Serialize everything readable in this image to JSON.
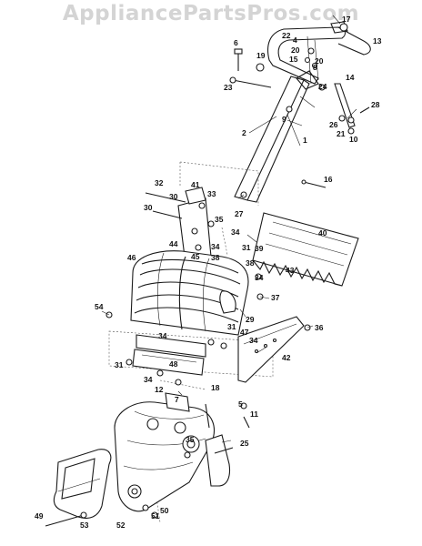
{
  "watermark": "AppliancePartsPros.com",
  "callouts": [
    {
      "id": "c1",
      "text": "1"
    },
    {
      "id": "c2",
      "text": "2"
    },
    {
      "id": "c4",
      "text": "4"
    },
    {
      "id": "c5",
      "text": "5"
    },
    {
      "id": "c6",
      "text": "6"
    },
    {
      "id": "c7",
      "text": "7"
    },
    {
      "id": "c8",
      "text": "8"
    },
    {
      "id": "c9",
      "text": "9"
    },
    {
      "id": "c10",
      "text": "10"
    },
    {
      "id": "c11",
      "text": "11"
    },
    {
      "id": "c12",
      "text": "12"
    },
    {
      "id": "c13",
      "text": "13"
    },
    {
      "id": "c14",
      "text": "14"
    },
    {
      "id": "c15",
      "text": "15"
    },
    {
      "id": "c16",
      "text": "16"
    },
    {
      "id": "c17",
      "text": "17"
    },
    {
      "id": "c18",
      "text": "18"
    },
    {
      "id": "c19",
      "text": "19"
    },
    {
      "id": "c20a",
      "text": "20"
    },
    {
      "id": "c20b",
      "text": "20"
    },
    {
      "id": "c21",
      "text": "21"
    },
    {
      "id": "c22",
      "text": "22"
    },
    {
      "id": "c23",
      "text": "23"
    },
    {
      "id": "c24",
      "text": "24"
    },
    {
      "id": "c25",
      "text": "25"
    },
    {
      "id": "c26",
      "text": "26"
    },
    {
      "id": "c27",
      "text": "27"
    },
    {
      "id": "c28",
      "text": "28"
    },
    {
      "id": "c29",
      "text": "29"
    },
    {
      "id": "c30a",
      "text": "30"
    },
    {
      "id": "c30b",
      "text": "30"
    },
    {
      "id": "c31a",
      "text": "31"
    },
    {
      "id": "c31b",
      "text": "31"
    },
    {
      "id": "c31c",
      "text": "31"
    },
    {
      "id": "c32",
      "text": "32"
    },
    {
      "id": "c33",
      "text": "33"
    },
    {
      "id": "c34a",
      "text": "34"
    },
    {
      "id": "c34b",
      "text": "34"
    },
    {
      "id": "c34c",
      "text": "34"
    },
    {
      "id": "c34d",
      "text": "34"
    },
    {
      "id": "c34e",
      "text": "34"
    },
    {
      "id": "c34f",
      "text": "34"
    },
    {
      "id": "c35a",
      "text": "35"
    },
    {
      "id": "c35b",
      "text": "35"
    },
    {
      "id": "c36",
      "text": "36"
    },
    {
      "id": "c37",
      "text": "37"
    },
    {
      "id": "c38a",
      "text": "38"
    },
    {
      "id": "c38b",
      "text": "38"
    },
    {
      "id": "c39",
      "text": "39"
    },
    {
      "id": "c40",
      "text": "40"
    },
    {
      "id": "c41",
      "text": "41"
    },
    {
      "id": "c42",
      "text": "42"
    },
    {
      "id": "c43",
      "text": "43"
    },
    {
      "id": "c44",
      "text": "44"
    },
    {
      "id": "c45",
      "text": "45"
    },
    {
      "id": "c46",
      "text": "46"
    },
    {
      "id": "c47",
      "text": "47"
    },
    {
      "id": "c48",
      "text": "48"
    },
    {
      "id": "c49",
      "text": "49"
    },
    {
      "id": "c50",
      "text": "50"
    },
    {
      "id": "c51",
      "text": "51"
    },
    {
      "id": "c52",
      "text": "52"
    },
    {
      "id": "c53",
      "text": "53"
    },
    {
      "id": "c54",
      "text": "54"
    }
  ]
}
